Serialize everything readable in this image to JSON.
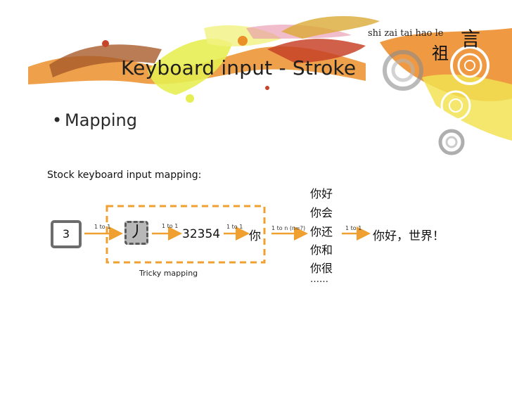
{
  "slide": {
    "title": "Keyboard input - Stroke",
    "bullet": "Mapping",
    "decor_pinyin": "shi zai tai hao le",
    "decor_glyph_top": "言",
    "decor_glyph_mid": "祖"
  },
  "diagram": {
    "heading": "Stock keyboard input mapping:",
    "key_label": "3",
    "stroke_label": "丿",
    "stroke_code": "32354",
    "first_char": "你",
    "candidates": [
      "你好",
      "你会",
      "你还",
      "你和",
      "你很",
      "……"
    ],
    "result": "你好，世界！",
    "arrow_labels": [
      "1 to 1",
      "1 to 1",
      "1 to 1",
      "1 to n (n=?)",
      "1 to 1"
    ],
    "tricky_label": "Tricky mapping"
  },
  "colors": {
    "arrow": "#f0a030",
    "dashed_box": "#f0a030",
    "key_border": "#6c6c6c",
    "banner_orange": "#ea8a1e",
    "banner_yellow": "#e6ee4a",
    "banner_red": "#c63a1e"
  }
}
